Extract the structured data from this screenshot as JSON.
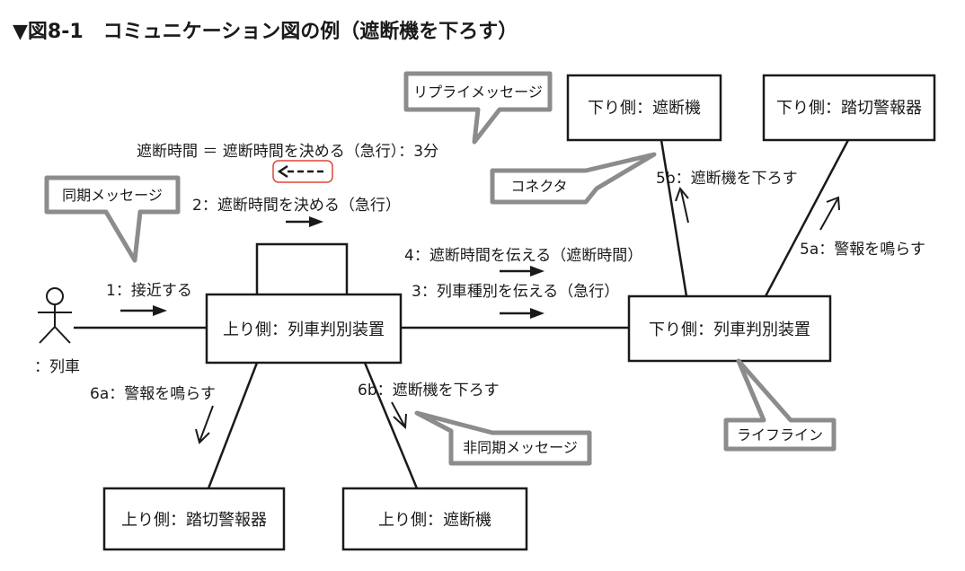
{
  "title": "▼図8-1　コミュニケーション図の例（遮断機を下ろす）",
  "objects": {
    "up_judge": "上り側：列車判別装置",
    "down_judge": "下り側：列車判別装置",
    "up_alarm": "上り側：踏切警報器",
    "up_barrier": "上り側：遮断機",
    "down_barrier": "下り側：遮断機",
    "down_alarm": "下り側：踏切警報器"
  },
  "actor": {
    "label": "：列車"
  },
  "messages": {
    "m1": "1：接近する",
    "m2": "2：遮断時間を決める（急行）",
    "reply": "遮断時間 ＝ 遮断時間を決める（急行）：3分",
    "m3": "3：列車種別を伝える（急行）",
    "m4": "4：遮断時間を伝える（遮断時間）",
    "m5a": "5a：警報を鳴らす",
    "m5b": "5b：遮断機を下ろす",
    "m6a": "6a：警報を鳴らす",
    "m6b": "6b：遮断機を下ろす"
  },
  "callouts": {
    "sync": "同期メッセージ",
    "reply": "リプライメッセージ",
    "connector": "コネクタ",
    "async": "非同期メッセージ",
    "lifeline": "ライフライン"
  },
  "colors": {
    "ink": "#1a1a1a",
    "callout_border": "#8c8c8c",
    "highlight": "#e0453a"
  }
}
